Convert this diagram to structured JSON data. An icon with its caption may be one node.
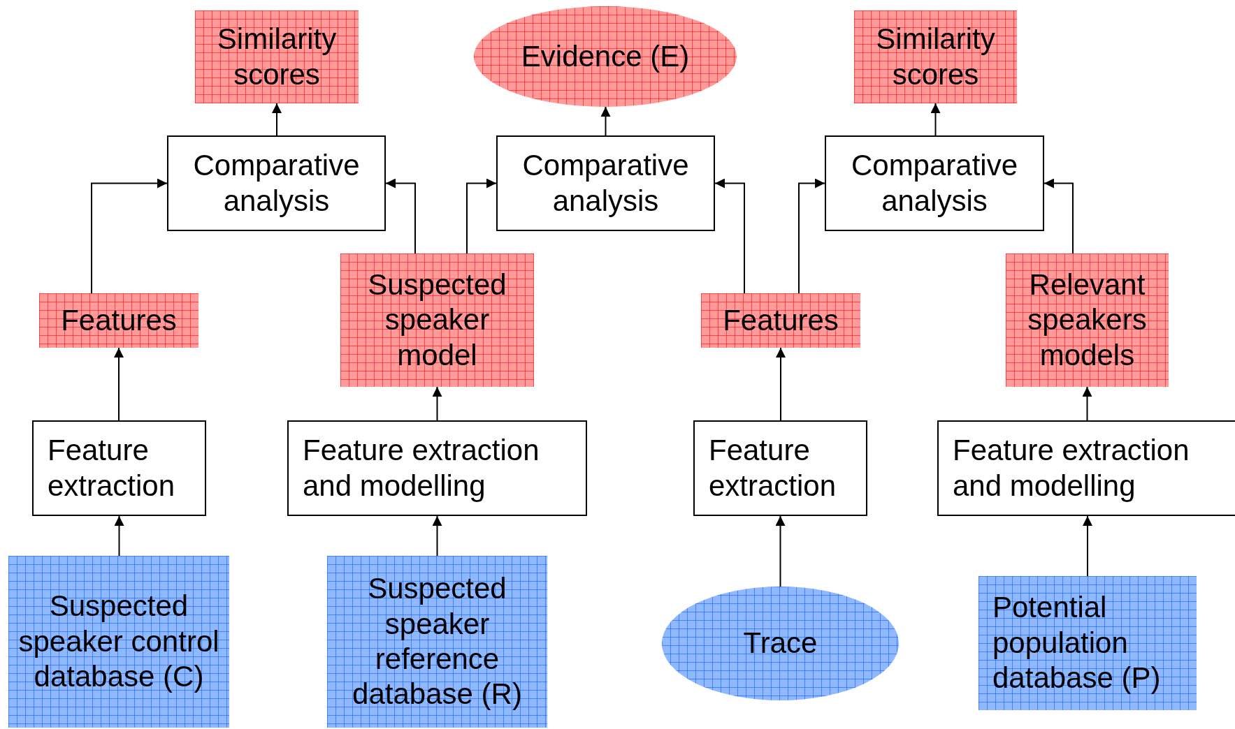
{
  "diagram": {
    "nodes": [
      {
        "text": [
          "Similarity scores"
        ]
      },
      {
        "text": [
          "Evidence (E)"
        ]
      },
      {
        "text": [
          "Similarity scores"
        ]
      },
      {
        "text": [
          "Comparative analysis"
        ]
      },
      {
        "text": [
          "Comparative analysis"
        ]
      },
      {
        "text": [
          "Comparative analysis"
        ]
      },
      {
        "text": [
          "Features"
        ]
      },
      {
        "text": [
          "Suspected speaker model"
        ]
      },
      {
        "text": [
          "Features"
        ]
      },
      {
        "text": [
          "Relevant speakers models"
        ]
      },
      {
        "text": [
          "Feature extraction"
        ]
      },
      {
        "text": [
          "Feature extraction and modelling"
        ]
      },
      {
        "text": [
          "Feature extraction"
        ]
      },
      {
        "text": [
          "Feature extraction and modelling"
        ]
      },
      {
        "text": [
          "Suspected speaker control database (C)"
        ]
      },
      {
        "text": [
          "Suspected speaker reference database (R)"
        ]
      },
      {
        "text": [
          "Trace"
        ]
      },
      {
        "text": [
          "Potential population database (P)"
        ]
      }
    ],
    "edges": [
      {
        "from": 14,
        "to": 10,
        "arrow": "to"
      },
      {
        "from": 10,
        "to": 6,
        "arrow": "to"
      },
      {
        "from": 6,
        "to": 3,
        "arrow": "to"
      },
      {
        "from": 3,
        "to": 0,
        "arrow": "to"
      },
      {
        "from": 15,
        "to": 11,
        "arrow": "to"
      },
      {
        "from": 11,
        "to": 7,
        "arrow": "to"
      },
      {
        "from": 7,
        "to": 3,
        "arrow": "to"
      },
      {
        "from": 7,
        "to": 4,
        "arrow": "to"
      },
      {
        "from": 4,
        "to": 1,
        "arrow": "to"
      },
      {
        "from": 16,
        "to": 12,
        "arrow": "to"
      },
      {
        "from": 12,
        "to": 8,
        "arrow": "to"
      },
      {
        "from": 8,
        "to": 4,
        "arrow": "to"
      },
      {
        "from": 8,
        "to": 5,
        "arrow": "to"
      },
      {
        "from": 5,
        "to": 2,
        "arrow": "to"
      },
      {
        "from": 17,
        "to": 13,
        "arrow": "to"
      },
      {
        "from": 13,
        "to": 9,
        "arrow": "to"
      },
      {
        "from": 9,
        "to": 5,
        "arrow": "to"
      }
    ]
  }
}
